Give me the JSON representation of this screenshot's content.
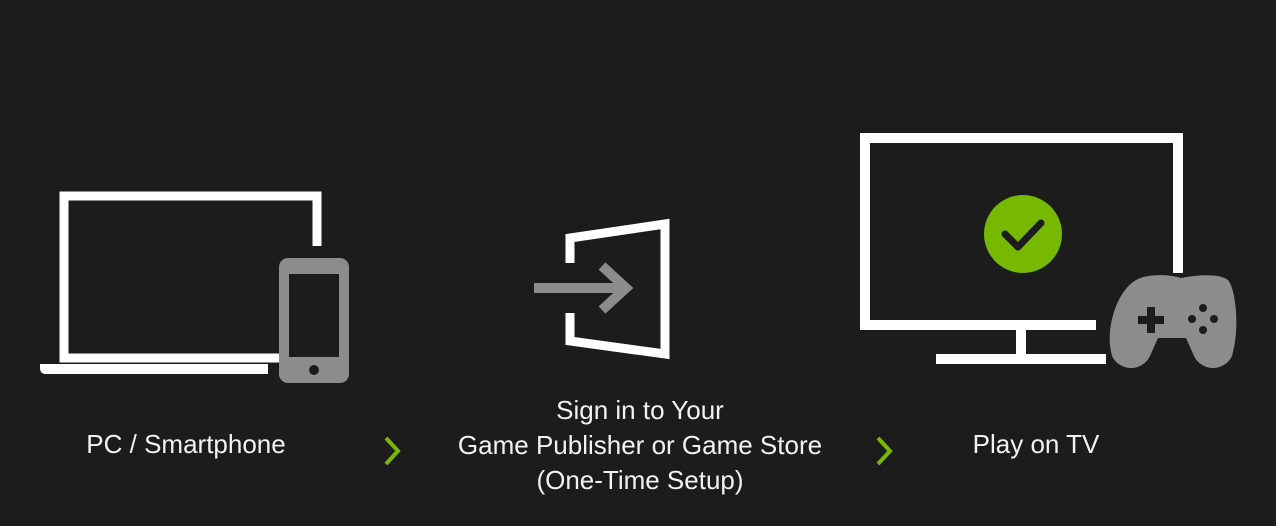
{
  "colors": {
    "background": "#1c1c1c",
    "icon_white": "#ffffff",
    "icon_gray": "#8c8c8c",
    "accent_green": "#76b900"
  },
  "steps": [
    {
      "icon": "laptop-smartphone-icon",
      "label": "PC / Smartphone"
    },
    {
      "icon": "sign-in-icon",
      "label_lines": [
        "Sign in to Your",
        "Game Publisher or Game Store",
        "(One-Time Setup)"
      ]
    },
    {
      "icon": "tv-checkmark-gamepad-icon",
      "label": "Play on TV"
    }
  ],
  "separators": [
    "chevron-right-icon",
    "chevron-right-icon"
  ]
}
